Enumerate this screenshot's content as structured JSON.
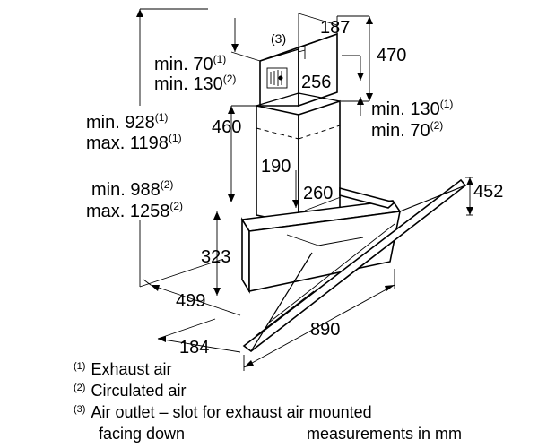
{
  "dimensions": {
    "top_width": "187",
    "top_height": "470",
    "slot_label": "(3)",
    "duct_min_exhaust": "min. 70",
    "duct_min_exhaust_note": "(1)",
    "duct_min_circ": "min. 130",
    "duct_min_circ_note": "(2)",
    "duct_depth": "256",
    "right_min_exhaust": "min. 130",
    "right_min_exhaust_note": "(1)",
    "right_min_circ": "min. 70",
    "right_min_circ_note": "(2)",
    "height_min_exhaust": "min. 928",
    "height_min_exhaust_note": "(1)",
    "height_max_exhaust": "max. 1198",
    "height_max_exhaust_note": "(1)",
    "duct_height": "460",
    "duct_width": "190",
    "height_min_circ": "min. 988",
    "height_min_circ_note": "(2)",
    "height_max_circ": "max. 1258",
    "height_max_circ_note": "(2)",
    "chimney_depth": "260",
    "canopy_height": "452",
    "body_height": "323",
    "body_depth": "499",
    "hood_width": "890",
    "front_depth": "184"
  },
  "legend": {
    "items": [
      {
        "note": "(1)",
        "text": "Exhaust air"
      },
      {
        "note": "(2)",
        "text": "Circulated air"
      },
      {
        "note": "(3)",
        "text": "Air outlet – slot for exhaust air mounted"
      }
    ],
    "item3_line2": "facing down",
    "units": "measurements in mm"
  }
}
